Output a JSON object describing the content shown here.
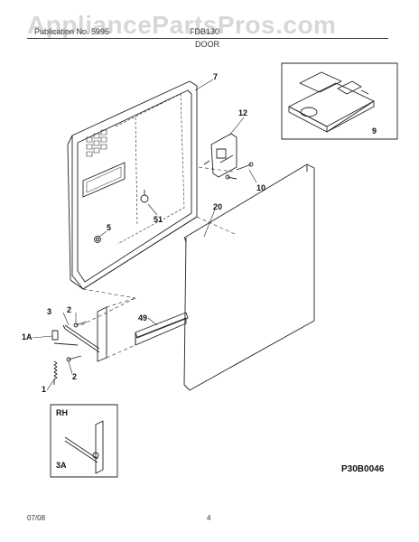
{
  "watermark": "AppliancePartsPros.com",
  "header": {
    "left_text": "Publication No. 5995",
    "center_text": "FDB130",
    "section_title": "DOOR"
  },
  "callouts": {
    "c7": "7",
    "c12": "12",
    "c9": "9",
    "c10": "10",
    "c20": "20",
    "c51": "51",
    "c5": "5",
    "c3": "3",
    "c2a": "2",
    "c1A": "1A",
    "c2b": "2",
    "c1": "1",
    "c49": "49",
    "c3A": "3A"
  },
  "inset_rh": {
    "label": "RH"
  },
  "diagram_code": "P30B0046",
  "footer": {
    "date": "07/08",
    "page": "4"
  },
  "colors": {
    "line": "#222222",
    "watermark": "#8c8c8c"
  }
}
